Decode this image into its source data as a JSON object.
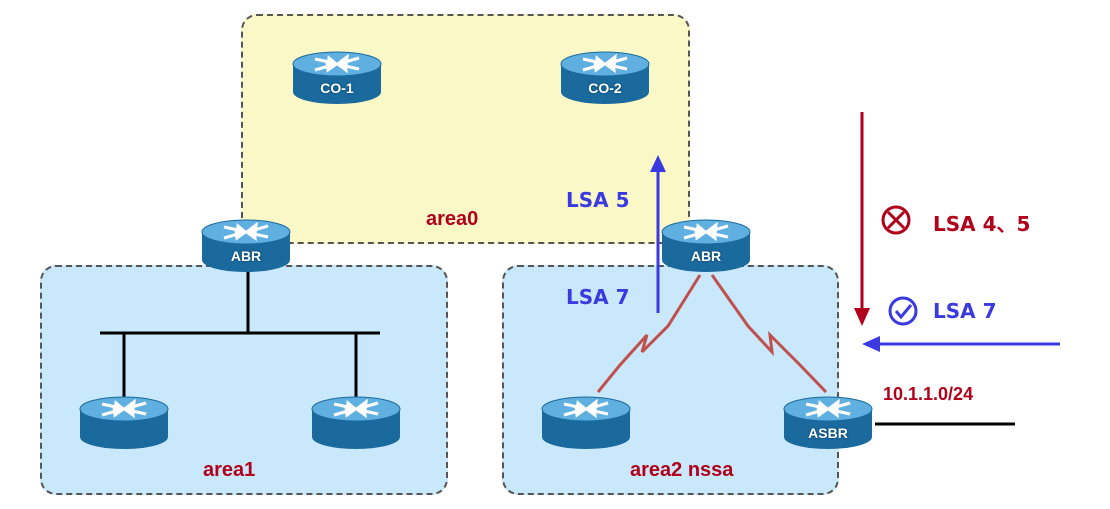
{
  "areas": {
    "area0": "area0",
    "area1": "area1",
    "area2": "area2 nssa"
  },
  "routers": {
    "co1": "CO-1",
    "co2": "CO-2",
    "abr_area1": "ABR",
    "abr_area2": "ABR",
    "asbr": "ASBR",
    "r_area1_left": "",
    "r_area1_right": "",
    "r_area2_left": ""
  },
  "lsa": {
    "up_lsa5": "LSA 5",
    "up_lsa7": "LSA 7",
    "blocked": "LSA 4、5",
    "allowed": "LSA 7"
  },
  "external_prefix": "10.1.1.0/24",
  "icons": {
    "blocked": "blocked-circle-x-icon",
    "allowed": "check-circle-icon"
  },
  "colors": {
    "area0_fill": "#fbf8c8",
    "area_fill": "#c9e8fb",
    "router_body": "#1f7ab3",
    "serial_link": "#c0504d",
    "lsa_blue": "#3a3ae0",
    "lsa_red": "#b0001b"
  }
}
